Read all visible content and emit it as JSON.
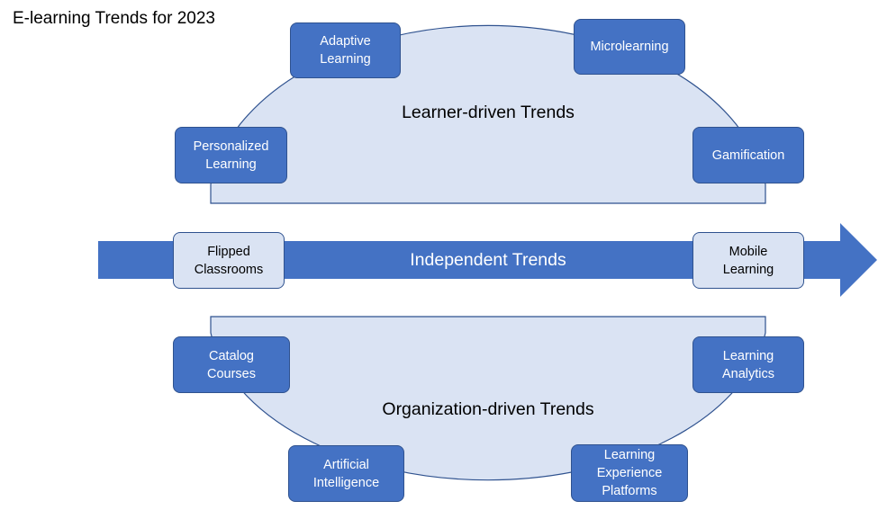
{
  "title": "E-learning Trends for 2023",
  "colors": {
    "box_fill": "#4472c4",
    "box_border": "#2f528f",
    "light_fill": "#dae3f3",
    "arrow_fill": "#4472c4"
  },
  "learner_group": {
    "label": "Learner-driven Trends",
    "items": [
      {
        "id": "adaptive-learning",
        "label": "Adaptive\nLearning"
      },
      {
        "id": "microlearning",
        "label": "Microlearning"
      },
      {
        "id": "personalized-learning",
        "label": "Personalized\nLearning"
      },
      {
        "id": "gamification",
        "label": "Gamification"
      }
    ]
  },
  "independent_group": {
    "label": "Independent Trends",
    "items": [
      {
        "id": "flipped-classrooms",
        "label": "Flipped\nClassrooms"
      },
      {
        "id": "mobile-learning",
        "label": "Mobile\nLearning"
      }
    ]
  },
  "organization_group": {
    "label": "Organization-driven Trends",
    "items": [
      {
        "id": "catalog-courses",
        "label": "Catalog\nCourses"
      },
      {
        "id": "learning-analytics",
        "label": "Learning\nAnalytics"
      },
      {
        "id": "artificial-intelligence",
        "label": "Artificial\nIntelligence"
      },
      {
        "id": "learning-experience-platforms",
        "label": "Learning\nExperience\nPlatforms"
      }
    ]
  }
}
